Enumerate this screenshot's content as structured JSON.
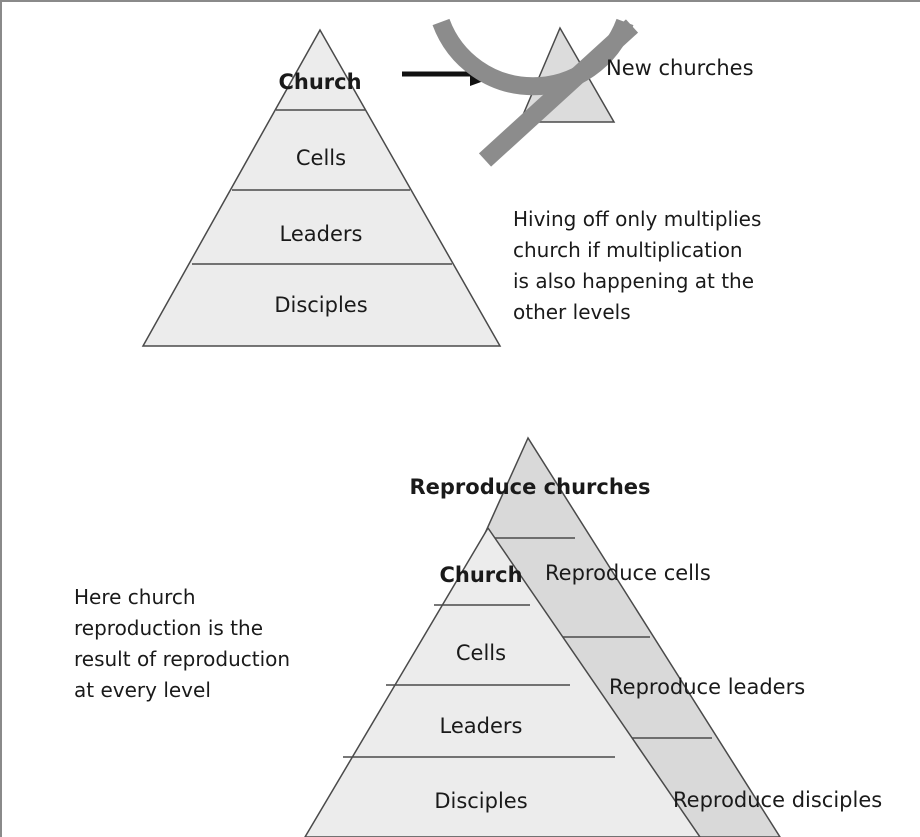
{
  "top_diagram": {
    "apex_label": "Church",
    "levels": [
      "Cells",
      "Leaders",
      "Disciples"
    ],
    "new_churches_label": "New churches",
    "note_lines": [
      "Hiving off only multiplies",
      "church if multiplication",
      "is also happening at the",
      "other levels"
    ]
  },
  "bottom_diagram": {
    "top_label": "Reproduce churches",
    "apex_label": "Church",
    "levels": [
      "Cells",
      "Leaders",
      "Disciples"
    ],
    "reproduce_labels": [
      "Reproduce cells",
      "Reproduce leaders",
      "Reproduce disciples"
    ],
    "note_lines": [
      "Here church",
      "reproduction is the",
      "result of reproduction",
      "at every level"
    ]
  },
  "colors": {
    "pyramid_fill": "#ececec",
    "shadow_fill": "#d9d9d9",
    "line": "#4a4a4a",
    "prohibition": "#8c8c8c"
  }
}
